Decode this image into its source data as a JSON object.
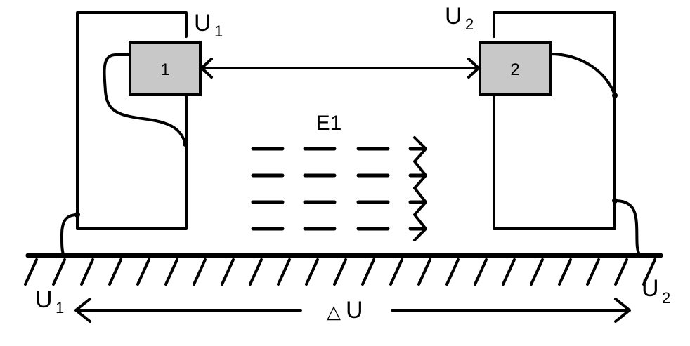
{
  "diagram": {
    "device_1_label": "1",
    "device_2_label": "2",
    "top_label_left": {
      "main": "U",
      "sub": "1"
    },
    "top_label_right": {
      "main": "U",
      "sub": "2"
    },
    "bottom_label_left": {
      "main": "U",
      "sub": "1"
    },
    "bottom_label_right": {
      "main": "U",
      "sub": "2"
    },
    "field_label": "E1",
    "delta_label": {
      "symbol": "△",
      "main": "U"
    }
  },
  "colors": {
    "device_fill": "#c8c8c8",
    "stroke": "#000000",
    "background": "#ffffff"
  }
}
